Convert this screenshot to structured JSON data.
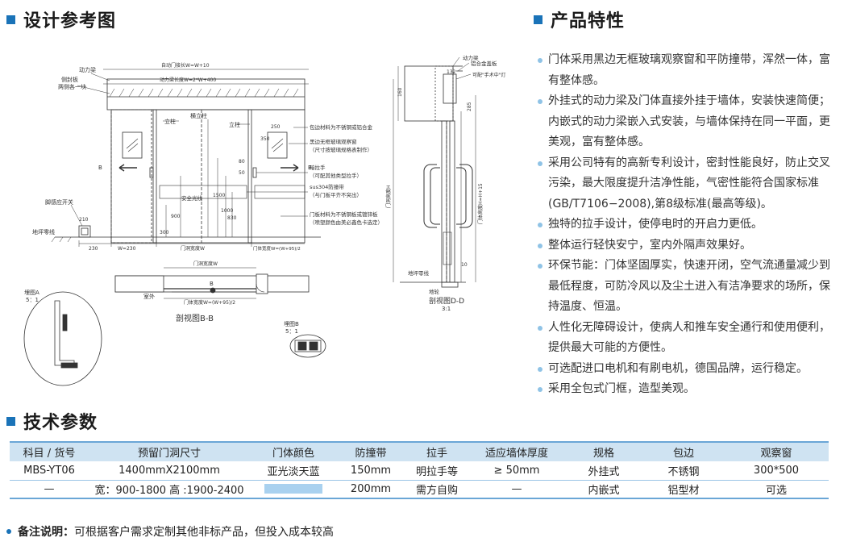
{
  "sections": {
    "design": "设计参考图",
    "features": "产品特性",
    "specs": "技术参数"
  },
  "colors": {
    "accent": "#1a73b8",
    "table_header": "#cfe3f2",
    "door_color_swatch": "#a9d1ef"
  },
  "drawing": {
    "labels": {
      "power_beam": "动力梁",
      "side_plate": "侧封板",
      "side_plate_2": "两侧各一块",
      "auto_len": "自动门接长W",
      "auto_len_val": "=W",
      "auto_len_suffix": "+10",
      "beam_len": "动力梁长度W",
      "beam_len_val": "=2*W+400",
      "upright_left": "立柱",
      "upright_right": "立柱",
      "cross_col": "横立柱",
      "edge_material": "包边材料为不锈钢或铝合金",
      "window_1": "黑边无框玻璃观察窗",
      "window_2": "（尺寸按玻璃规格表制作）",
      "handle_1": "暗拉手",
      "handle_2": "（可配其他类型拉手）",
      "guard_1": "sus304防撞带",
      "guard_2": "（与门板平齐不突出）",
      "panel_1": "门板材料为不锈钢板或镀锌板",
      "panel_2": "（喷塑颜色由美必鑫色卡选定）",
      "foot_switch": "脚感应开关",
      "ground_line": "地坪零线",
      "safety_beam": "安全光线",
      "dim_W2": "W=230",
      "dim_open": "门洞宽度W",
      "dim_door": "门体宽度W",
      "dim_doorw": "门体宽度W=(W+95)/2",
      "d250": "250",
      "d350": "350",
      "d80": "80",
      "d50": "50",
      "d1500": "1500",
      "d1000": "1000",
      "d900": "900",
      "d300": "300",
      "d830": "830",
      "d210": "210",
      "d230": "230",
      "section_bb": "剖视图B-B",
      "outdoor": "室外",
      "bb_open": "门洞宽度W",
      "bb_door": "门体宽度W=(W+95)/2",
      "B_left": "B",
      "B_right": "B",
      "B_mark": "B",
      "detailA": "埋图A",
      "detailA_scale": "5：1",
      "detailB": "埋图B",
      "detailB_scale": "5：1",
      "dd_beam": "动力梁",
      "dd_alu": "铝合金盖板",
      "dd_light": "可配\"手术中\"灯",
      "dd_ground": "地坪零线",
      "dd_rail": "地轮",
      "dd_door_h": "门洞高度H",
      "dd_body_h": "门体高度H=H+15",
      "dd_132": "132",
      "dd_285": "285",
      "dd_160": "160",
      "dd_10": "10",
      "section_dd": "剖视图D-D",
      "section_dd_scale": "3:1"
    }
  },
  "features": [
    "门体采用黑边无框玻璃观察窗和平防撞带，浑然一体，富有整体感。",
    "外挂式的动力梁及门体直接外挂于墙体，安装快速简便；内嵌式的动力梁嵌入式安装，与墙体保持在同一平面，更美观，富有整体感。",
    "采用公司特有的高新专利设计，密封性能良好，防止交叉污染，最大限度提升洁净性能，气密性能符合国家标准(GB/T7106−2008),第8级标准(最高等级)。",
    "独特的拉手设计，使停电时的开启力更低。",
    "整体运行轻快安宁，室内外隔声效果好。",
    "环保节能：门体坚固厚实，快速开闭，空气流通量减少到最低程度，可防冷风以及尘土进入有洁净要求的场所，保持温度、恒温。",
    "人性化无障碍设计，使病人和推车安全通行和使用便利，提供最大可能的方便性。",
    "可选配进口电机和有刷电机，德国品牌，运行稳定。",
    "采用全包式门框，造型美观。"
  ],
  "table": {
    "headers": [
      "科目 / 货号",
      "预留门洞尺寸",
      "门体颜色",
      "防撞带",
      "拉手",
      "适应墙体厚度",
      "规格",
      "包边",
      "观察窗"
    ],
    "rows": [
      [
        "MBS-YT06",
        "1400mmX2100mm",
        "亚光淡天蓝",
        "150mm",
        "明拉手等",
        "≥ 50mm",
        "外挂式",
        "不锈钢",
        "300*500"
      ],
      [
        "—",
        "宽：900-1800  高 :1900-2400",
        "",
        "200mm",
        "需方自购",
        "—",
        "内嵌式",
        "铝型材",
        "可选"
      ]
    ]
  },
  "note": {
    "label": "备注说明：",
    "text": "可根据客户需求定制其他非标产品，但投入成本较高"
  }
}
